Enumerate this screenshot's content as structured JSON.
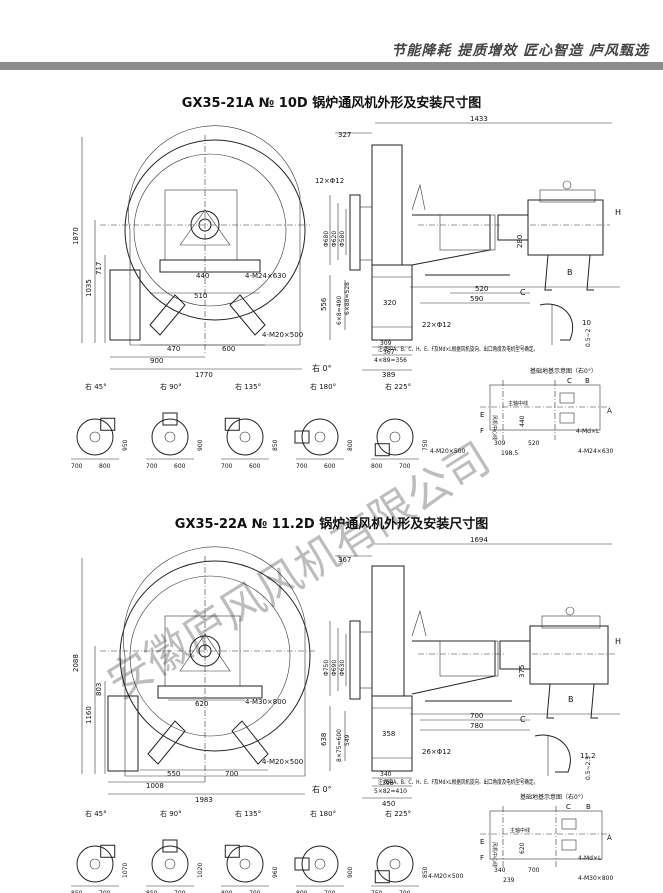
{
  "header": {
    "slogan": "节能降耗 提质增效 匠心智造 庐风甄选"
  },
  "watermark": "安徽庐风风机有限公司",
  "sections": [
    {
      "title": "GX35-21A № 10D 锅炉通风机外形及安装尺寸图",
      "front": {
        "d1870": "1870",
        "d1035": "1035",
        "d717": "717",
        "d440": "440",
        "d510": "510",
        "bolt_top": "4-M24×630",
        "bolt_bot": "4-M20×500",
        "d470": "470",
        "d600": "600",
        "d900": "900",
        "d1770": "1770",
        "orient": "右 0°"
      },
      "side": {
        "d1433": "1433",
        "d327": "327",
        "d12phi": "12×Φ12",
        "phi680": "Φ680",
        "phi620": "Φ620",
        "phi580": "Φ580",
        "d520": "520",
        "d590": "590",
        "d556": "556",
        "d490": "6×8=490",
        "d528": "6×88=528",
        "d320": "320",
        "d22phi": "22×Φ12",
        "d309": "309",
        "d367": "367",
        "d356": "4×89=356",
        "d389": "389",
        "d280": "280",
        "labelC": "C",
        "labelB": "B",
        "labelH": "H",
        "d10": "10",
        "d05": "0.5~2"
      },
      "note": "注:图中A、B、C、H、E、F及Md×L根据风机旋向、出口角度及电机型号确定。",
      "foundation": {
        "title": "基础地基示意图（右0°）",
        "labelC": "C",
        "labelB": "B",
        "labelE": "E",
        "labelF": "F",
        "labelA": "A",
        "axis": "主轴中线",
        "fan_center": "风机中心线",
        "d440": "440",
        "d309": "309",
        "d520": "520",
        "d1985": "198.5",
        "bolt_md": "4-Md×L",
        "bolt_m24": "4-M24×630",
        "bolt_m20": "4-M20×500"
      },
      "views": [
        {
          "label": "右 45°",
          "w1": "700",
          "w2": "800",
          "h": "950"
        },
        {
          "label": "右 90°",
          "w1": "700",
          "w2": "600",
          "h": "900"
        },
        {
          "label": "右 135°",
          "w1": "700",
          "w2": "600",
          "h": "850"
        },
        {
          "label": "右 180°",
          "w1": "700",
          "w2": "600",
          "h": "800"
        },
        {
          "label": "右 225°",
          "w1": "800",
          "w2": "700",
          "h": "750"
        }
      ]
    },
    {
      "title": "GX35-22A № 11.2D 锅炉通风机外形及安装尺寸图",
      "front": {
        "d1870": "2088",
        "d1035": "1160",
        "d717": "803",
        "d440": "620",
        "d510": "",
        "bolt_top": "4-M30×800",
        "bolt_bot": "4-M20×500",
        "d470": "550",
        "d600": "700",
        "d900": "1008",
        "d1770": "1983",
        "orient": "右 0°"
      },
      "side": {
        "d1433": "1694",
        "d327": "367",
        "d12phi": "",
        "phi680": "Φ750",
        "phi620": "Φ690",
        "phi580": "Φ630",
        "d520": "700",
        "d590": "780",
        "d556": "638",
        "d490": "8×75=600",
        "d528": "549",
        "d320": "358",
        "d22phi": "26×Φ12",
        "d309": "340",
        "d367": "398",
        "d356": "5×82=410",
        "d389": "450",
        "d280": "375",
        "labelC": "C",
        "labelB": "B",
        "labelH": "H",
        "d10": "11.2",
        "d05": "0.5~2.5"
      },
      "note": "注:图中A、B、C、H、E、F及Md×L根据风机旋向、出口角度及电机型号确定。",
      "foundation": {
        "title": "基础地基示意图（右0°）",
        "labelC": "C",
        "labelB": "B",
        "labelE": "E",
        "labelF": "F",
        "labelA": "A",
        "axis": "主轴中线",
        "fan_center": "风机中心线",
        "d440": "620",
        "d309": "340",
        "d520": "700",
        "d1985": "239",
        "bolt_md": "4-Md×L",
        "bolt_m24": "4-M30×800",
        "bolt_m20": "4-M20×500"
      },
      "views": [
        {
          "label": "右 45°",
          "w1": "850",
          "w2": "700",
          "h": "1070"
        },
        {
          "label": "右 90°",
          "w1": "850",
          "w2": "700",
          "h": "1020"
        },
        {
          "label": "右 135°",
          "w1": "800",
          "w2": "700",
          "h": "960"
        },
        {
          "label": "右 180°",
          "w1": "800",
          "w2": "700",
          "h": "900"
        },
        {
          "label": "右 225°",
          "w1": "750",
          "w2": "700",
          "h": "850"
        }
      ]
    }
  ]
}
